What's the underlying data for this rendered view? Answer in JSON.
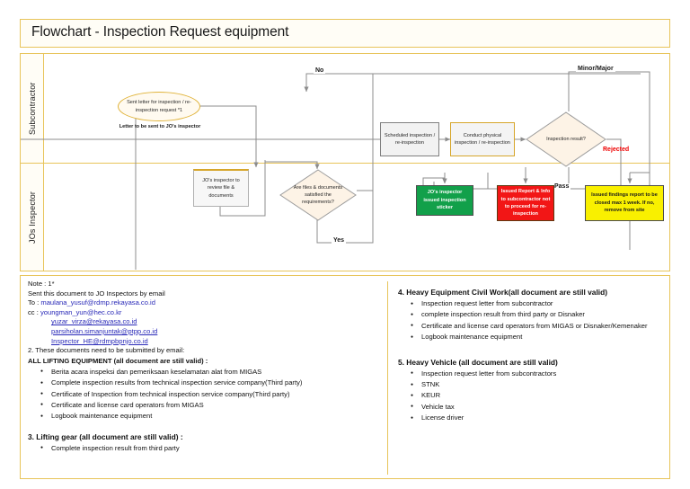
{
  "title": "Flowchart - Inspection Request equipment",
  "lanes": [
    {
      "label": "Subcontractor"
    },
    {
      "label": "JOs Inspector"
    }
  ],
  "nodes": {
    "sent_letter": "Sent letter for inspection / re-inspection request *1",
    "sent_letter_caption": "Letter to be sent to JO's inspector",
    "review_docs": "JO's inspector to review file & documents",
    "files_check": "Are files & documents satisfied the requirements?",
    "scheduled": "Scheduled inspection / re-inspection",
    "conduct": "Conduct physical inspection / re-inspection",
    "result": "Inspection result?",
    "green_box": "JO's inspector issued inspection sticker",
    "red_box": "Issued Report & Info to subcontractor not to proceed for re-inspection",
    "yellow_box": "Issued findings report to be closed max 1 week. If no, remove from site"
  },
  "edge_labels": {
    "no": "No",
    "yes": "Yes",
    "minor_major": "Minor/Major",
    "rejected": "Rejected",
    "pass": "Pass"
  },
  "colors": {
    "frame": "#e8c45a",
    "green": "#12a04a",
    "red": "#f21616",
    "yellow": "#f9f000",
    "rejected_text": "#ee0000",
    "mail_link": "#2a2ab8"
  },
  "notes": {
    "note_header": "Note : 1*",
    "note_line2": "Sent this document to JO Inspectors by email",
    "to_label": "To :",
    "to_email": "maulana_yusuf@rdmp.rekayasa.co.id",
    "cc_label": "cc :",
    "cc_emails": [
      "youngman_yun@hec.co.kr",
      "yuzar_virza@rekayasa.co.id",
      "parsiholan.simanjuntak@ptpp.co.id",
      "Inspector_HE@rdmpbpnjo.co.id"
    ],
    "item2_intro": "2. These documents need to be submitted by email:",
    "item2_head": "ALL LIFTING EQUIPMENT (all document are still valid) :",
    "item2_bullets": [
      "Berita acara inspeksi dan pemeriksaan keselamatan alat from MIGAS",
      "Complete inspection results from technical inspection service company(Third party)",
      "Certificate of Inspection from technical inspection service company(Third party)",
      "Certificate and license card operators from MIGAS",
      "Logbook maintenance equipment"
    ],
    "item3_head": "3. Lifting gear (all document are still valid) :",
    "item3_bullets": [
      "Complete inspection result from third party"
    ],
    "item4_head": "4. Heavy Equipment Civil Work(all document are still valid)",
    "item4_bullets": [
      "Inspection request letter from subcontractor",
      "complete inspection result from third party or Disnaker",
      "Certificate and license card operators from MIGAS or Disnaker/Kemenaker",
      "Logbook maintenance equipment"
    ],
    "item5_head": "5. Heavy Vehicle (all document are still valid)",
    "item5_bullets": [
      "Inspection request letter from subcontractors",
      "STNK",
      "KEUR",
      "Vehicle tax",
      "License driver"
    ]
  }
}
